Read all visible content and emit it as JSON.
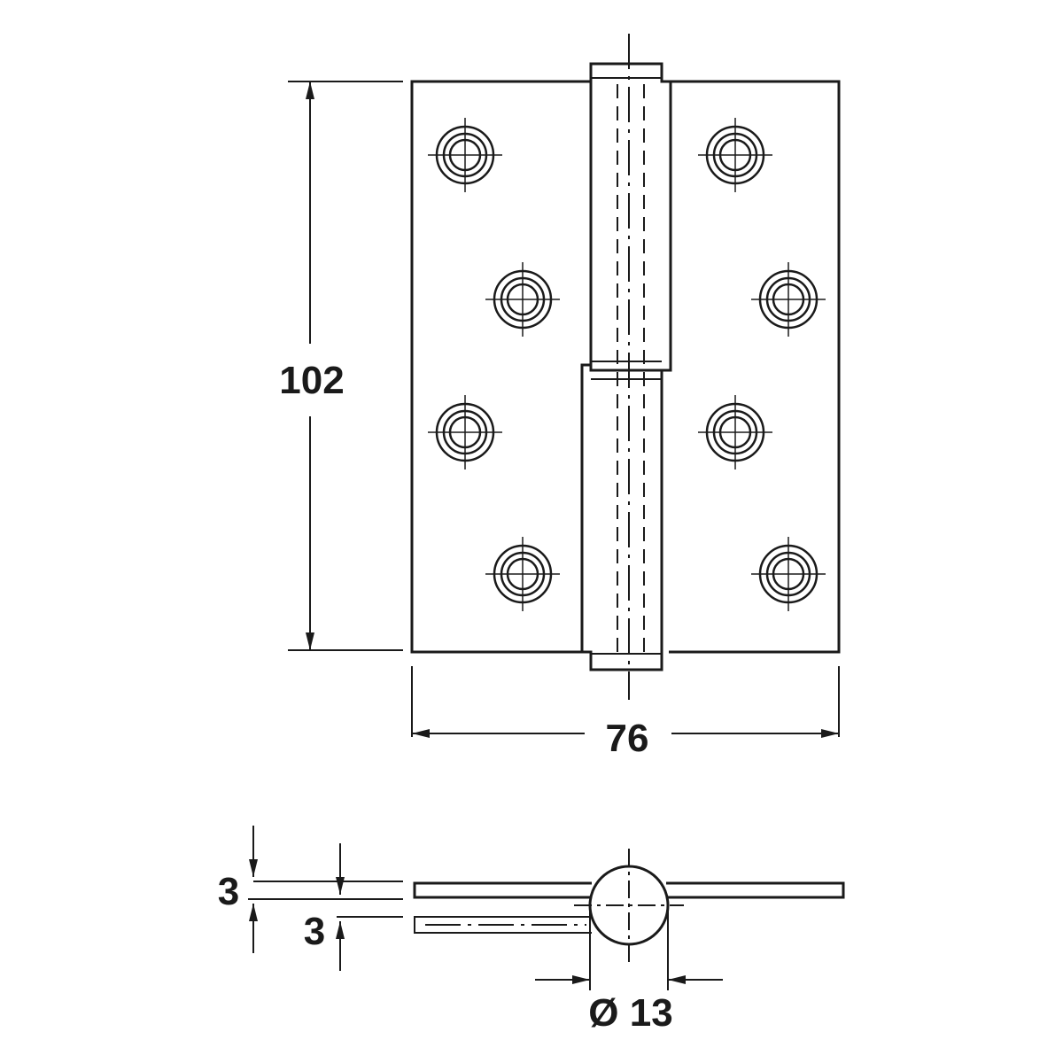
{
  "diagram": {
    "dimensions": {
      "height": "102",
      "width": "76",
      "leaf_thickness_top": "3",
      "leaf_thickness_bottom": "3",
      "knuckle_diameter": "Ø 13"
    },
    "colors": {
      "line": "#1a1a1a",
      "background": "#ffffff"
    }
  }
}
